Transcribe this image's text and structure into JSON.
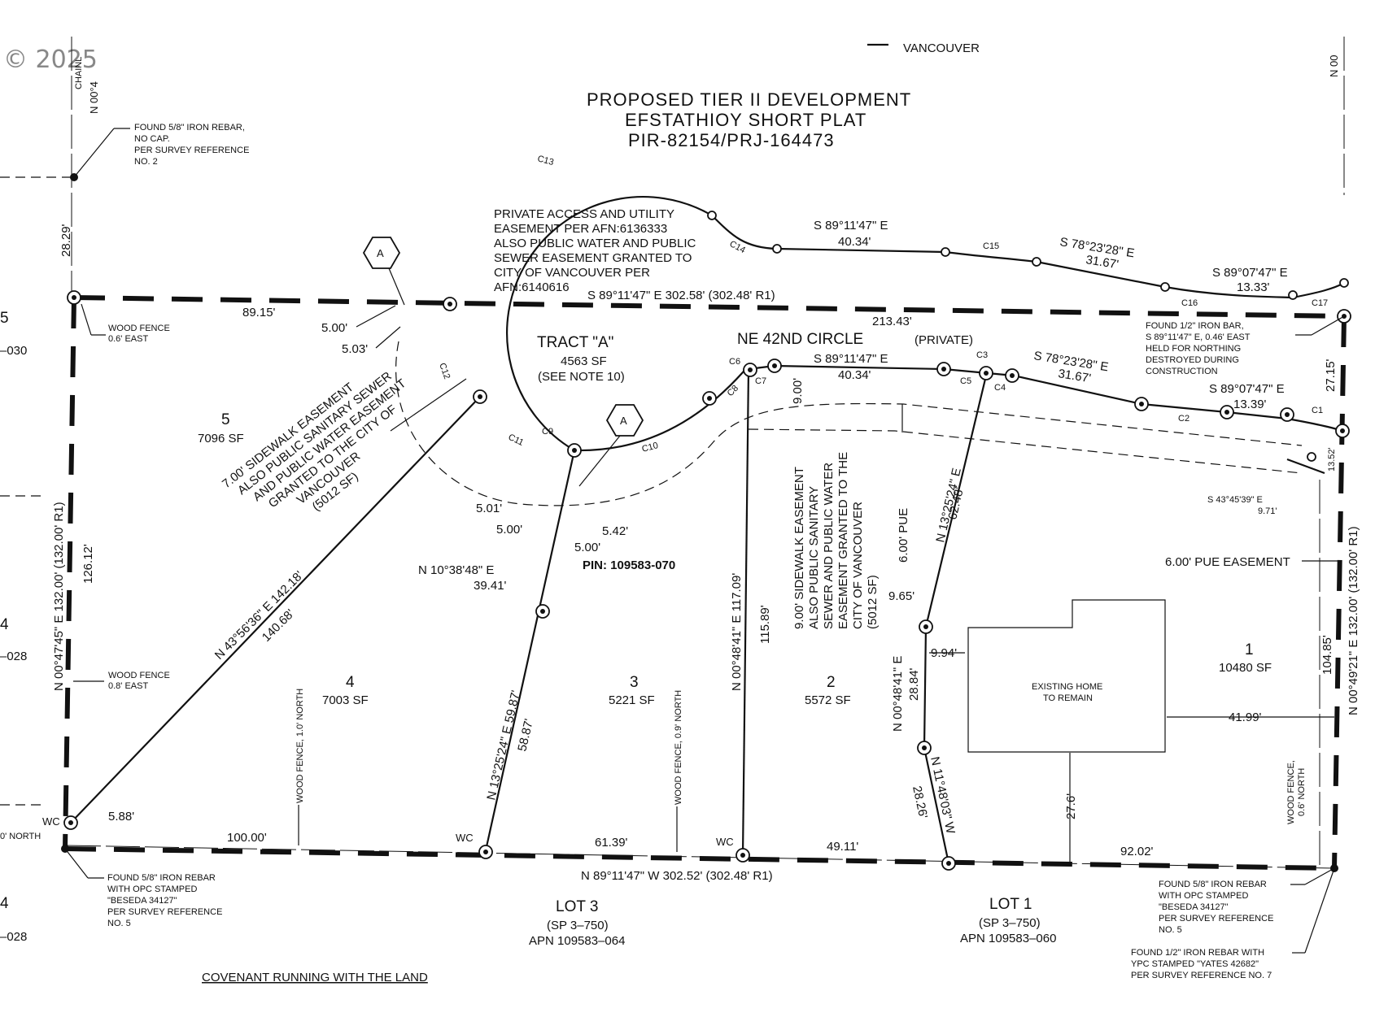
{
  "watermark": "© 2025",
  "header": {
    "title_line1": "PROPOSED TIER II DEVELOPMENT",
    "title_line2": "EFSTATHIOY SHORT PLAT",
    "title_line3": "PIR-82154/PRJ-164473",
    "top_label": "VANCOUVER"
  },
  "edge_labels": {
    "left_5": "5",
    "left_5_apn": "–030",
    "left_4a": "4",
    "left_4a_apn": "–028",
    "left_4b": "4",
    "left_4b_apn": "–028",
    "left_north": "0' NORTH",
    "top_left_bearing": "N 00°4",
    "top_left_chain": "CHAINL",
    "top_right_bearing": "N 00"
  },
  "notes": {
    "found_rebar_top": [
      "FOUND 5/8\" IRON REBAR,",
      "NO CAP.",
      "PER SURVEY REFERENCE",
      "NO. 2"
    ],
    "found_rebar_bottom_left": [
      "FOUND 5/8\" IRON REBAR",
      "WITH OPC STAMPED",
      "\"BESEDA 34127\"",
      "PER SURVEY REFERENCE",
      "NO. 5"
    ],
    "found_rebar_bottom_right": [
      "FOUND 5/8\" IRON REBAR",
      "WITH OPC STAMPED",
      "\"BESEDA 34127\"",
      "PER SURVEY REFERENCE",
      "NO. 5"
    ],
    "found_half_rebar": [
      "FOUND 1/2\" IRON REBAR WITH",
      "YPC STAMPED \"YATES 42682\"",
      "PER SURVEY REFERENCE NO. 7"
    ],
    "found_half_bar": [
      "FOUND 1/2\" IRON BAR,",
      "S 89°11'47\" E, 0.46' EAST",
      "HELD FOR NORTHING",
      "DESTROYED DURING",
      "CONSTRUCTION"
    ],
    "private_access": [
      "PRIVATE ACCESS AND UTILITY",
      "EASEMENT PER AFN:6136333",
      "ALSO PUBLIC WATER AND PUBLIC",
      "SEWER EASEMENT GRANTED TO",
      "CITY OF VANCOUVER PER",
      "AFN:6140616"
    ],
    "sidewalk_7": [
      "7.00' SIDEWALK EASEMENT",
      "ALSO PUBLIC SANITARY SEWER",
      "AND PUBLIC WATER EASEMENT",
      "GRANTED TO THE CITY OF",
      "VANCOUVER",
      "(5012 SF)"
    ],
    "sidewalk_9": [
      "9.00' SIDEWALK EASEMENT",
      "ALSO PUBLIC SANITARY",
      "SEWER AND PUBLIC WATER",
      "EASEMENT GRANTED TO THE",
      "CITY OF VANCOUVER",
      "(5012 SF)"
    ],
    "wood_fence_06": [
      "WOOD FENCE",
      "0.6' EAST"
    ],
    "wood_fence_08": [
      "WOOD FENCE",
      "0.8' EAST"
    ],
    "wood_fence_10n": "WOOD FENCE, 1.0' NORTH",
    "wood_fence_09n": "WOOD FENCE, 0.9' NORTH",
    "wood_fence_06n": [
      "WOOD FENCE,",
      "0.6' NORTH"
    ],
    "existing_home": [
      "EXISTING HOME",
      "TO REMAIN"
    ],
    "pue_easement": "6.00' PUE EASEMENT",
    "pue": "6.00' PUE",
    "covenant": "COVENANT RUNNING WITH THE LAND",
    "pin": "PIN: 109583-070"
  },
  "tract": {
    "name": "TRACT \"A\"",
    "area": "4563 SF",
    "note": "(SEE NOTE 10)",
    "marker": "A"
  },
  "street": {
    "name": "NE 42ND CIRCLE",
    "type": "(PRIVATE)"
  },
  "lots": [
    {
      "num": "1",
      "area": "10480 SF"
    },
    {
      "num": "2",
      "area": "5572 SF"
    },
    {
      "num": "3",
      "area": "5221 SF"
    },
    {
      "num": "4",
      "area": "7003 SF"
    },
    {
      "num": "5",
      "area": "7096 SF"
    }
  ],
  "adjacent": {
    "lot3": [
      "LOT 3",
      "(SP 3–750)",
      "APN 109583–064"
    ],
    "lot1": [
      "LOT 1",
      "(SP 3–750)",
      "APN 109583–060"
    ]
  },
  "dimensions": {
    "north_line": "S 89°11'47\" E   302.58' (302.48' R1)",
    "north_seg": "89.15'",
    "d213": "213.43'",
    "south_line": "N 89°11'47\" W 302.52' (302.48' R1)",
    "south_100": "100.00'",
    "south_61": "61.39'",
    "south_49": "49.11'",
    "south_92": "92.02'",
    "west_line": "N 00°47'45\" E 132.00' (132.00' R1)",
    "west_126": "126.12'",
    "west_28": "28.29'",
    "east_line": "N 00°49'21\" E 132.00' (132.00' R1)",
    "east_104": "104.85'",
    "east_27": "27.15'",
    "east_13": "13.52'",
    "diag_main": "N 43°56'36\" E 142.18'",
    "diag_sub": "140.68'",
    "lot34_top": "N 10°38'48\" E",
    "lot34_top_d": "39.41'",
    "lot34_bottom": "N 13°25'24\" E 59.87'",
    "lot34_bottom_d": "58.87'",
    "lot23": "N 00°48'41\" E 117.09'",
    "lot23_d": "115.89'",
    "lot12_top": "N 13°25'24\" E",
    "lot12_top_d": "62.48'",
    "lot12_mid": "N 00°48'41\" E",
    "lot12_mid_d": "28.84'",
    "lot12_bot": "N 11°48'03\" W",
    "lot12_bot_d": "28.26'",
    "road_n1": "S 89°11'47\" E",
    "road_n1_d": "40.34'",
    "road_n2": "S 78°23'28\" E",
    "road_n2_d": "31.67'",
    "road_n3": "S 89°07'47\" E",
    "road_n3_d": "13.33'",
    "road_s1": "S 89°11'47\" E",
    "road_s1_d": "40.34'",
    "road_s2": "S 78°23'28\" E",
    "road_s2_d": "31.67'",
    "road_s3": "S 89°07'47\" E",
    "road_s3_d": "13.39'",
    "se_bearing": "S 43°45'39\" E",
    "se_dist": "9.71'",
    "d500a": "5.00'",
    "d503": "5.03'",
    "d501": "5.01'",
    "d500b": "5.00'",
    "d542": "5.42'",
    "d500c": "5.00'",
    "d900": "9.00'",
    "d965": "9.65'",
    "d994": "9.94'",
    "d4199": "41.99'",
    "d276": "27.6'",
    "d588": "5.88'"
  },
  "curves": [
    "C1",
    "C2",
    "C3",
    "C4",
    "C5",
    "C6",
    "C7",
    "C8",
    "C9",
    "C10",
    "C11",
    "C12",
    "C13",
    "C14",
    "C15",
    "C16",
    "C17"
  ],
  "markers": {
    "wc": "WC"
  }
}
